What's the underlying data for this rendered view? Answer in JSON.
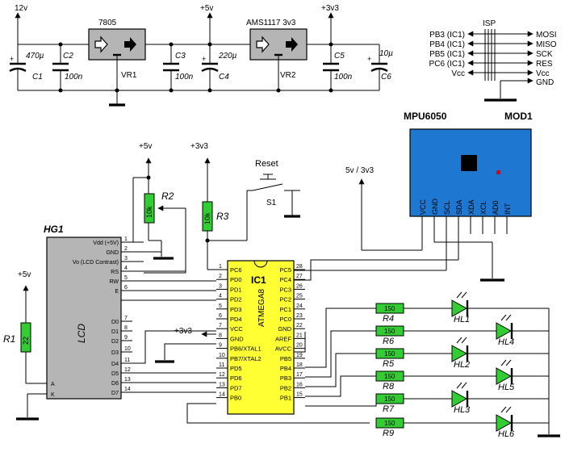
{
  "colors": {
    "regulator_body": "#b5b5b5",
    "lcd_body": "#b5b5b5",
    "mcu_body": "#ffff33",
    "resistor_body": "#33cc33",
    "led_body": "#33cc33",
    "module_body": "#1e78d2",
    "chip": "#000000",
    "chip_dot": "#e60000"
  },
  "rails": {
    "v12": "12v",
    "v5_top": "+5v",
    "v3_top": "+3v3",
    "v5_r2": "+5v",
    "v3_r3": "+3v3",
    "v5_r1": "+5v",
    "v3_mcu": "+3v3",
    "mpu_supply": "5v / 3v3"
  },
  "power": {
    "vr1": {
      "part": "7805",
      "ref": "VR1"
    },
    "vr2": {
      "part": "AMS1117 3v3",
      "ref": "VR2"
    },
    "capacitors": [
      {
        "ref": "C1",
        "value": "470µ"
      },
      {
        "ref": "C2",
        "value": "100n"
      },
      {
        "ref": "C3",
        "value": "100n"
      },
      {
        "ref": "C4",
        "value": "220µ"
      },
      {
        "ref": "C5",
        "value": "100n"
      },
      {
        "ref": "C6",
        "value": "10µ"
      }
    ]
  },
  "isp": {
    "title": "ISP",
    "left": [
      "PB3 (IC1)",
      "PB4 (IC1)",
      "PB5 (IC1)",
      "PC6 (IC1)",
      "Vcc"
    ],
    "right": [
      "MOSI",
      "MISO",
      "SCK",
      "RES",
      "Vcc",
      "GND"
    ]
  },
  "mpu": {
    "title": "MPU6050",
    "ref": "MOD1",
    "pins": [
      "VCC",
      "GND",
      "SCL",
      "SDA",
      "XDA",
      "XCL",
      "AD0",
      "INT"
    ]
  },
  "reset": {
    "label": "Reset",
    "ref": "S1"
  },
  "resistors": {
    "r1": {
      "ref": "R1",
      "value": "22"
    },
    "r2": {
      "ref": "R2",
      "value": "10k"
    },
    "r3": {
      "ref": "R3",
      "value": "10k"
    },
    "led": [
      {
        "ref": "R4",
        "value": "150"
      },
      {
        "ref": "R6",
        "value": "150"
      },
      {
        "ref": "R5",
        "value": "150"
      },
      {
        "ref": "R8",
        "value": "150"
      },
      {
        "ref": "R7",
        "value": "150"
      },
      {
        "ref": "R9",
        "value": "150"
      }
    ]
  },
  "leds": [
    "HL1",
    "HL4",
    "HL2",
    "HL5",
    "HL3",
    "HL6"
  ],
  "lcd": {
    "ref": "HG1",
    "body": "LCD",
    "pins_top": [
      {
        "n": "1",
        "label": "Vdd (+5V)"
      },
      {
        "n": "2",
        "label": "GND"
      },
      {
        "n": "3",
        "label": "Vo (LCD Contrast)"
      },
      {
        "n": "4",
        "label": "RS"
      },
      {
        "n": "5",
        "label": "RW"
      },
      {
        "n": "6",
        "label": "E"
      }
    ],
    "pins_bottom": [
      {
        "n": "7",
        "label": "D0"
      },
      {
        "n": "8",
        "label": "D1"
      },
      {
        "n": "9",
        "label": "D2"
      },
      {
        "n": "10",
        "label": "D3"
      },
      {
        "n": "11",
        "label": "D4"
      },
      {
        "n": "12",
        "label": "D5"
      },
      {
        "n": "13",
        "label": "D6"
      },
      {
        "n": "14",
        "label": "D7"
      }
    ],
    "pins_ak": [
      {
        "n": "",
        "label": "A"
      },
      {
        "n": "",
        "label": "K"
      }
    ]
  },
  "mcu": {
    "ref": "IC1",
    "part": "ATMEGA8",
    "left": [
      {
        "n": "1",
        "label": "PC6"
      },
      {
        "n": "2",
        "label": "PD0"
      },
      {
        "n": "3",
        "label": "PD1"
      },
      {
        "n": "4",
        "label": "PD2"
      },
      {
        "n": "5",
        "label": "PD3"
      },
      {
        "n": "6",
        "label": "PD4"
      },
      {
        "n": "7",
        "label": "VCC"
      },
      {
        "n": "8",
        "label": "GND"
      },
      {
        "n": "9",
        "label": "PB6/XTAL1"
      },
      {
        "n": "10",
        "label": "PB7/XTAL2"
      },
      {
        "n": "11",
        "label": "PD5"
      },
      {
        "n": "12",
        "label": "PD6"
      },
      {
        "n": "13",
        "label": "PD7"
      },
      {
        "n": "14",
        "label": "PB0"
      }
    ],
    "right": [
      {
        "n": "28",
        "label": "PC5"
      },
      {
        "n": "27",
        "label": "PC4"
      },
      {
        "n": "26",
        "label": "PC3"
      },
      {
        "n": "25",
        "label": "PC2"
      },
      {
        "n": "24",
        "label": "PC1"
      },
      {
        "n": "23",
        "label": "PC0"
      },
      {
        "n": "22",
        "label": "GND"
      },
      {
        "n": "21",
        "label": "AREF"
      },
      {
        "n": "20",
        "label": "AVCC"
      },
      {
        "n": "19",
        "label": "PB5"
      },
      {
        "n": "18",
        "label": "PB4"
      },
      {
        "n": "17",
        "label": "PB3"
      },
      {
        "n": "16",
        "label": "PB2"
      },
      {
        "n": "15",
        "label": "PB1"
      }
    ]
  }
}
